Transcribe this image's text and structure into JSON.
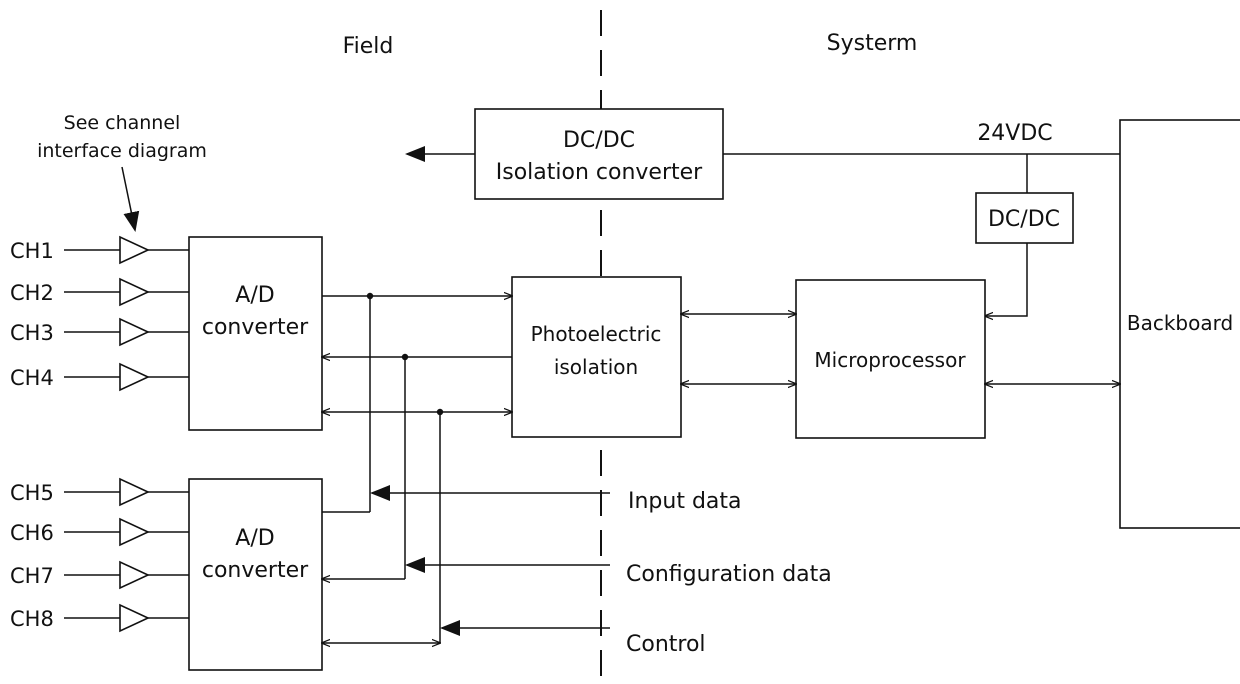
{
  "sides": {
    "field": "Field",
    "system": "Systerm"
  },
  "note": {
    "line1": "See channel",
    "line2": "interface diagram"
  },
  "power": {
    "converter_line1": "DC/DC",
    "converter_line2": "Isolation converter",
    "supply": "24VDC",
    "local_dcdc": "DC/DC"
  },
  "blocks": {
    "adc_top_line1": "A/D",
    "adc_top_line2": "converter",
    "adc_bottom_line1": "A/D",
    "adc_bottom_line2": "converter",
    "photo_line1": "Photoelectric",
    "photo_line2": "isolation",
    "micro": "Microprocessor",
    "backboard": "Backboard"
  },
  "channels": [
    "CH1",
    "CH2",
    "CH3",
    "CH4",
    "CH5",
    "CH6",
    "CH7",
    "CH8"
  ],
  "signals": {
    "input": "Input data",
    "config": "Configuration data",
    "control": "Control"
  }
}
